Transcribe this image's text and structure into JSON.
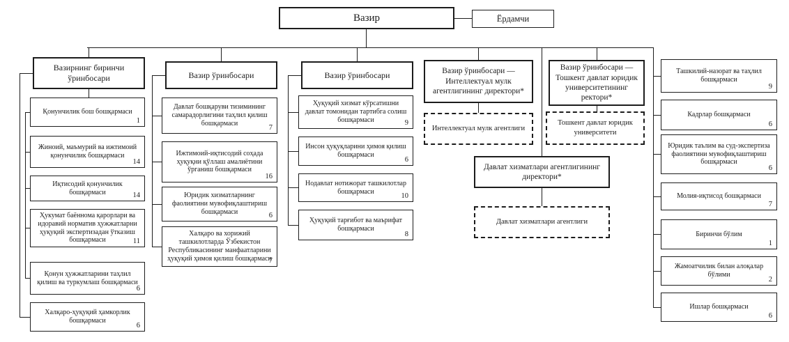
{
  "org": {
    "minister": "Вазир",
    "assistant": "Ёрдамчи",
    "deputies": [
      {
        "title": "Вазирнинг биринчи ўринбосари",
        "departments": [
          {
            "label": "Қонунчилик бош бошқармаси",
            "count": "1"
          },
          {
            "label": "Жиноий, маъмурий ва ижтимоий қонунчилик бошқармаси",
            "count": "14"
          },
          {
            "label": "Иқтисодий қонунчилик бошқармаси",
            "count": "14"
          },
          {
            "label": "Ҳукумат баённома қарорлари ва идоравий норматив ҳужжатларни ҳуқуқий экспертизадан ўтказиш бошқармаси",
            "count": "11"
          },
          {
            "label": "Қонун ҳужжатларини таҳлил қилиш ва туркумлаш бошқармаси",
            "count": "6"
          },
          {
            "label": "Халқаро-ҳуқуқий ҳамкорлик бошқармаси",
            "count": "6"
          }
        ]
      },
      {
        "title": "Вазир ўринбосари",
        "departments": [
          {
            "label": "Давлат бошқаруви тизимининг самарадорлигини таҳлил қилиш бошқармаси",
            "count": "7"
          },
          {
            "label": "Ижтимоий-иқтисодий соҳада ҳуқуқни қўллаш амалиётини ўрганиш бошқармаси",
            "count": "16"
          },
          {
            "label": "Юридик хизматларнинг фаолиятини мувофиқлаштириш бошқармаси",
            "count": "6"
          },
          {
            "label": "Халқаро ва хорижий ташкилотларда Ўзбекистон Республикасининг манфаатларини ҳуқуқий ҳимоя қилиш бошқармаси",
            "count": "7"
          }
        ]
      },
      {
        "title": "Вазир ўринбосари",
        "departments": [
          {
            "label": "Ҳуқуқий хизмат кўрсатишни давлат томонидан тартибга солиш бошқармаси",
            "count": "9"
          },
          {
            "label": "Инсон ҳуқуқларини ҳимоя қилиш бошқармаси",
            "count": "6"
          },
          {
            "label": "Нодавлат нотижорат ташкилотлар бошқармаси",
            "count": "10"
          },
          {
            "label": "Ҳуқуқий тарғибот ва маърифат бошқармаси",
            "count": "8"
          }
        ]
      },
      {
        "title": "Вазир ўринбосари — Интеллектуал мулк агентлигининг директори*",
        "agency": "Интеллектуал мулк агентлиги"
      },
      {
        "title": "Вазир ўринбосари — Тошкент давлат юридик университетининг ректори*",
        "agency": "Тошкент давлат юридик университети"
      }
    ],
    "services": {
      "director": "Давлат хизматлари агентлигининг директори*",
      "agency": "Давлат хизматлари агентлиги"
    },
    "minister_departments": [
      {
        "label": "Ташкилий-назорат ва таҳлил бошқармаси",
        "count": "9"
      },
      {
        "label": "Кадрлар бошқармаси",
        "count": "6"
      },
      {
        "label": "Юридик таълим ва суд-экспертиза фаолиятини мувофиқлаштириш бошқармаси",
        "count": "6"
      },
      {
        "label": "Молия-иқтисод бошқармаси",
        "count": "7"
      },
      {
        "label": "Биринчи бўлим",
        "count": "1"
      },
      {
        "label": "Жамоатчилик билан алоқалар бўлими",
        "count": "2"
      },
      {
        "label": "Ишлар бошқармаси",
        "count": "6"
      }
    ]
  }
}
